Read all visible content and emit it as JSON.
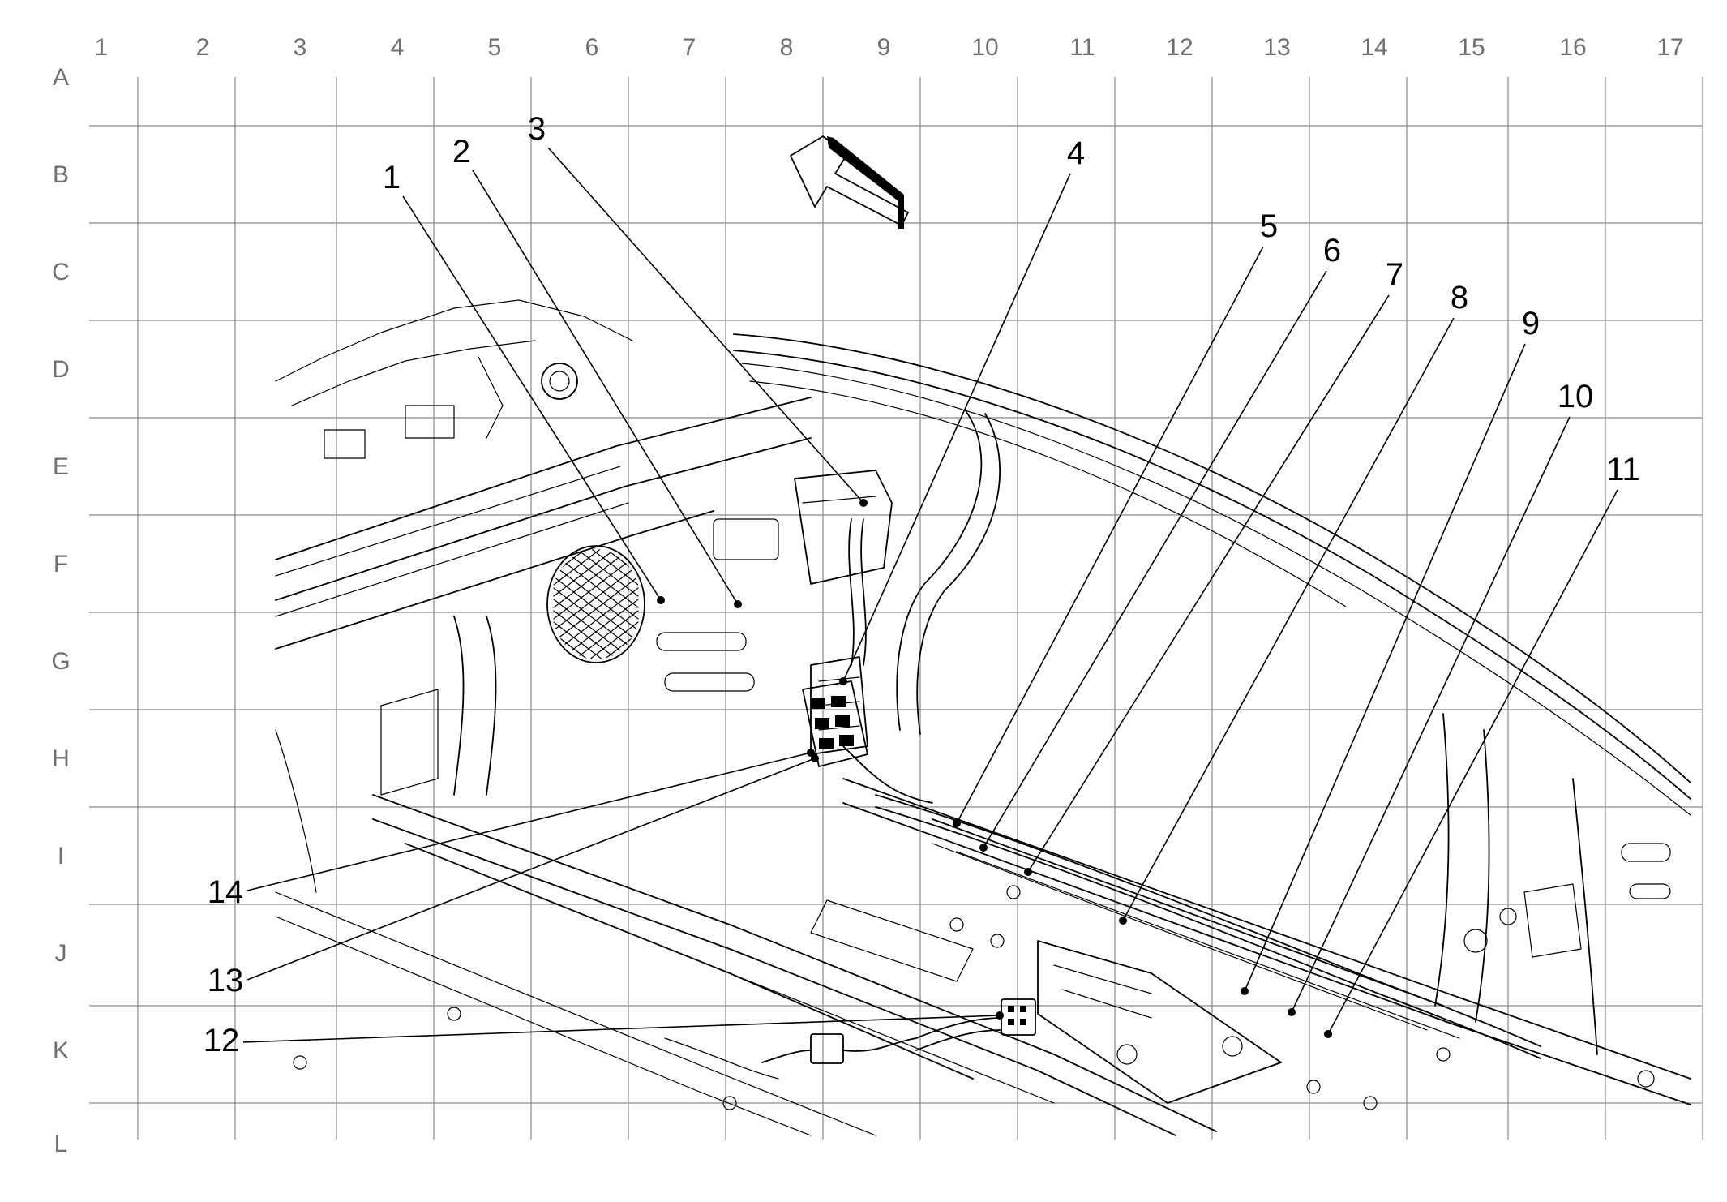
{
  "grid": {
    "columns": [
      "1",
      "2",
      "3",
      "4",
      "5",
      "6",
      "7",
      "8",
      "9",
      "10",
      "11",
      "12",
      "13",
      "14",
      "15",
      "16",
      "17"
    ],
    "rows": [
      "A",
      "B",
      "C",
      "D",
      "E",
      "F",
      "G",
      "H",
      "I",
      "J",
      "K",
      "L"
    ]
  },
  "callouts": [
    {
      "id": "1",
      "label": "1"
    },
    {
      "id": "2",
      "label": "2"
    },
    {
      "id": "3",
      "label": "3"
    },
    {
      "id": "4",
      "label": "4"
    },
    {
      "id": "5",
      "label": "5"
    },
    {
      "id": "6",
      "label": "6"
    },
    {
      "id": "7",
      "label": "7"
    },
    {
      "id": "8",
      "label": "8"
    },
    {
      "id": "9",
      "label": "9"
    },
    {
      "id": "10",
      "label": "10"
    },
    {
      "id": "11",
      "label": "11"
    },
    {
      "id": "12",
      "label": "12"
    },
    {
      "id": "13",
      "label": "13"
    },
    {
      "id": "14",
      "label": "14"
    }
  ]
}
